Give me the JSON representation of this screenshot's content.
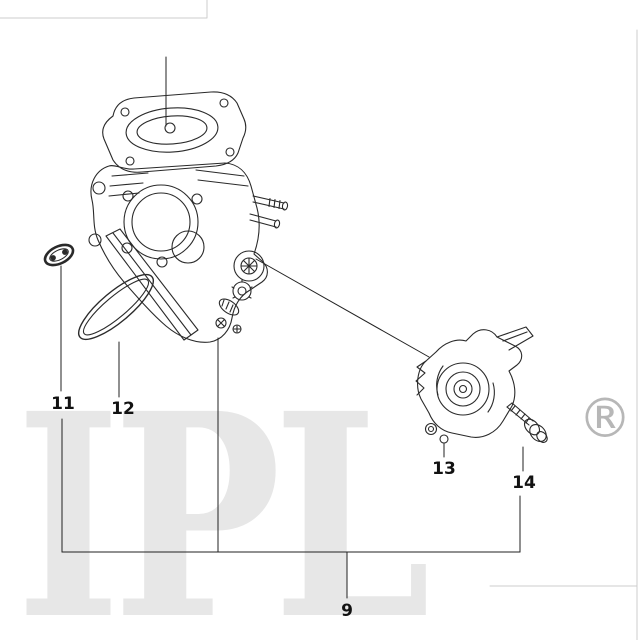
{
  "page": {
    "background": "#ffffff",
    "watermark": "IPL",
    "registered_mark": "®"
  },
  "diagram": {
    "type": "exploded-parts-diagram",
    "colors": {
      "line": "#2a2a2a",
      "frame": "#cccccc",
      "watermark": "#e7e7e7",
      "registered_mark": "#b7b7b7",
      "label": "#121212"
    },
    "callouts": [
      {
        "number": "11"
      },
      {
        "number": "12"
      },
      {
        "number": "13"
      },
      {
        "number": "14"
      },
      {
        "number": "9"
      }
    ]
  }
}
